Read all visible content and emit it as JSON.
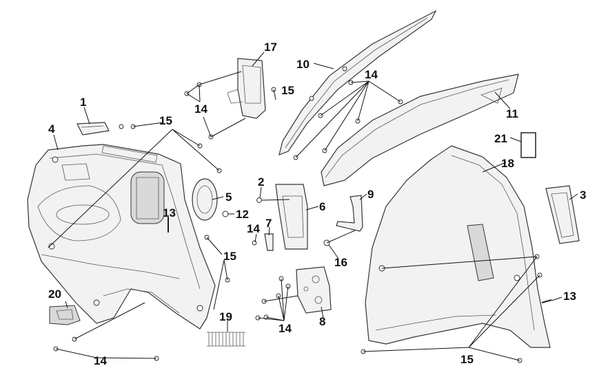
{
  "callouts": {
    "c1": "1",
    "c2": "2",
    "c3": "3",
    "c4": "4",
    "c5": "5",
    "c6": "6",
    "c7": "7",
    "c8": "8",
    "c9": "9",
    "c10": "10",
    "c11": "11",
    "c12": "12",
    "c13a": "13",
    "c13b": "13",
    "c14a": "14",
    "c14b": "14",
    "c14c": "14",
    "c14d": "14",
    "c14e": "14",
    "c15a": "15",
    "c15b": "15",
    "c15c": "15",
    "c15d": "15",
    "c16": "16",
    "c17": "17",
    "c18": "18",
    "c19": "19",
    "c20": "20",
    "c21": "21"
  }
}
